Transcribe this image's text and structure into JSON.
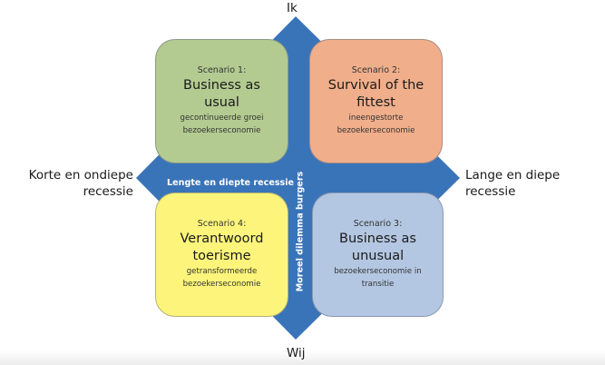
{
  "colors": {
    "diamond": "#3a74b8",
    "scenario_1": "#b3cb91",
    "scenario_2": "#f0ae8b",
    "scenario_3": "#b4c7e2",
    "scenario_4": "#fdf57b"
  },
  "axes": {
    "top": "Ik",
    "bottom": "Wij",
    "left": "Korte en ondiepe recessie",
    "left_line1": "Korte en ondiepe",
    "left_line2": "recessie",
    "right_line1": "Lange en diepe",
    "right_line2": "recessie",
    "horizontal_axis_name": "Lengte en diepte recessie",
    "vertical_axis_name": "Moreel dilemma burgers"
  },
  "scenarios": [
    {
      "label": "Scenario 1:",
      "title": "Business as usual",
      "title_line1": "Business as",
      "title_line2": "usual",
      "sub_line1": "gecontinueerde groei",
      "sub_line2": "bezoekerseconomie"
    },
    {
      "label": "Scenario 2:",
      "title": "Survival of the fittest",
      "title_line1": "Survival of the",
      "title_line2": "fittest",
      "sub_line1": "ineengestorte",
      "sub_line2": "bezoekerseconomie"
    },
    {
      "label": "Scenario 3:",
      "title": "Business as unusual",
      "title_line1": "Business as",
      "title_line2": "unusual",
      "sub_line1": "bezoekerseconomie in",
      "sub_line2": "transitie"
    },
    {
      "label": "Scenario 4:",
      "title": "Verantwoord toerisme",
      "title_line1": "Verantwoord",
      "title_line2": "toerisme",
      "sub_line1": "getransformeerde",
      "sub_line2": "bezoekerseconomie"
    }
  ]
}
